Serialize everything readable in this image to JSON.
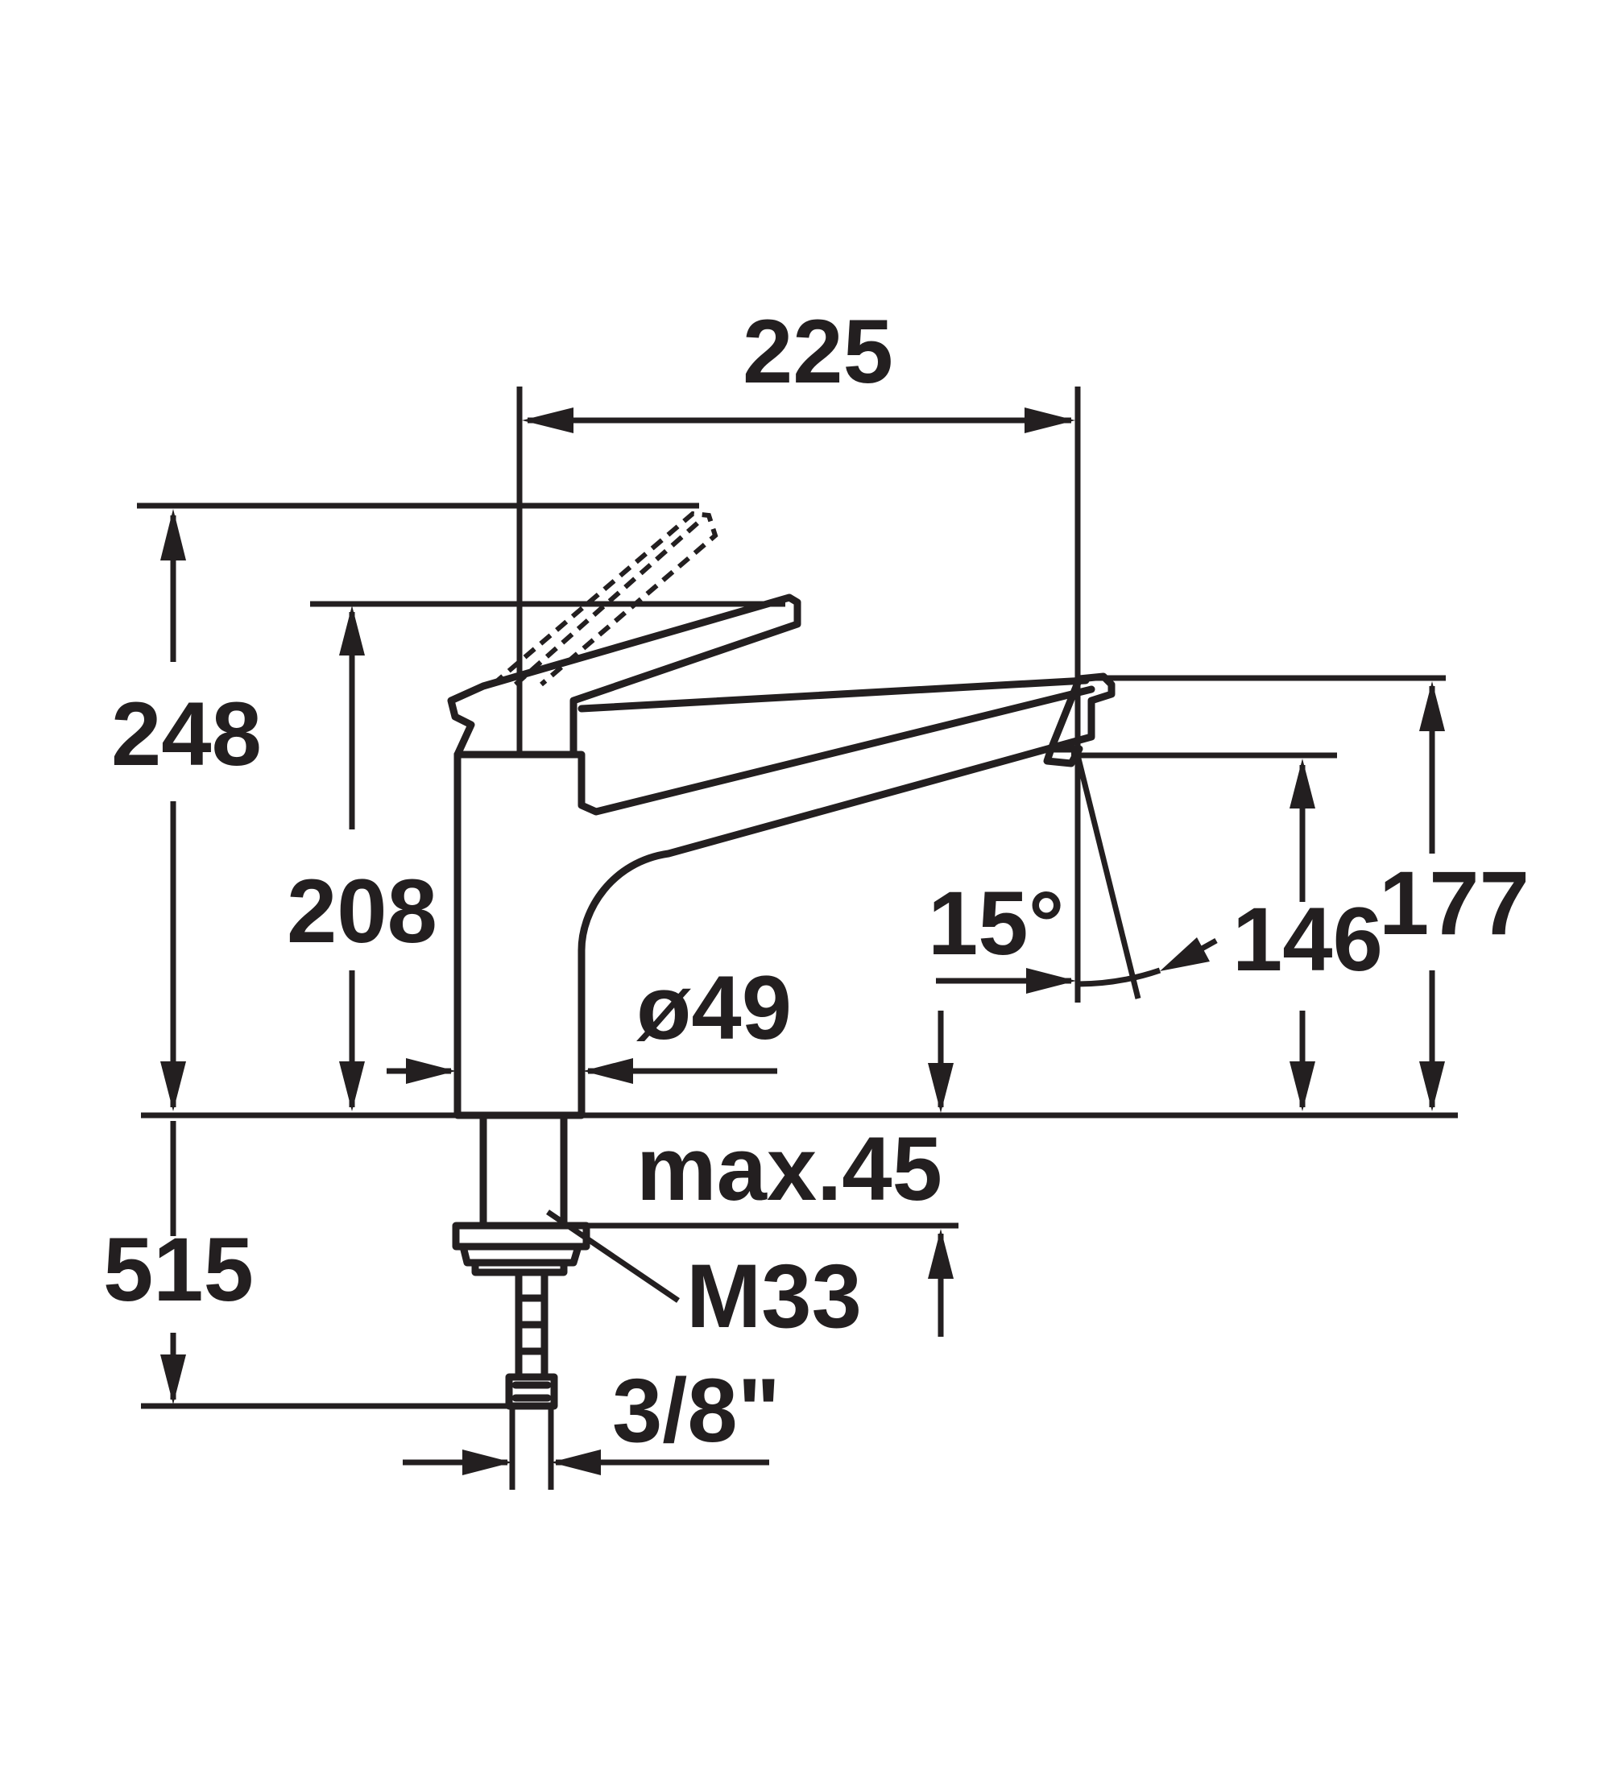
{
  "dimensions": {
    "width_225": "225",
    "height_248": "248",
    "height_208": "208",
    "height_177": "177",
    "height_146": "146",
    "angle": "15°",
    "diameter": "ø49",
    "max_thickness": "max.45",
    "thread": "M33",
    "hose_length": "515",
    "connection": "3/8\""
  },
  "colors": {
    "line": "#231f20",
    "background": "#ffffff"
  }
}
